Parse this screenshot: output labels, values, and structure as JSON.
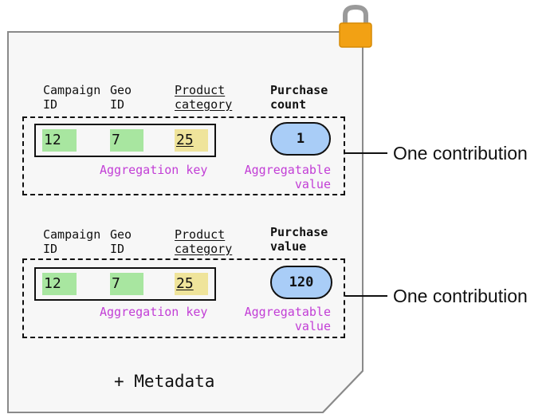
{
  "icons": {
    "lock": "lock-icon",
    "lock_color": "#f2a114"
  },
  "colors": {
    "green_cell": "#a8e6a0",
    "yellow_cell": "#efe49b",
    "pill": "#a9cdf7",
    "purple_text": "#c23ed6"
  },
  "blocks": [
    {
      "col_campaign": "Campaign\nID",
      "col_geo": "Geo\nID",
      "col_product": "Product\ncategory",
      "col_value_header": "Purchase\ncount",
      "key_campaign": "12",
      "key_geo": "7",
      "key_product": "25",
      "aggregatable": "1",
      "key_label": "Aggregation key",
      "value_label": "Aggregatable\nvalue",
      "contribution_label": "One contribution"
    },
    {
      "col_campaign": "Campaign\nID",
      "col_geo": "Geo\nID",
      "col_product": "Product\ncategory",
      "col_value_header": "Purchase\nvalue",
      "key_campaign": "12",
      "key_geo": "7",
      "key_product": "25",
      "aggregatable": "120",
      "key_label": "Aggregation key",
      "value_label": "Aggregatable\nvalue",
      "contribution_label": "One contribution"
    }
  ],
  "metadata_label": "+ Metadata"
}
